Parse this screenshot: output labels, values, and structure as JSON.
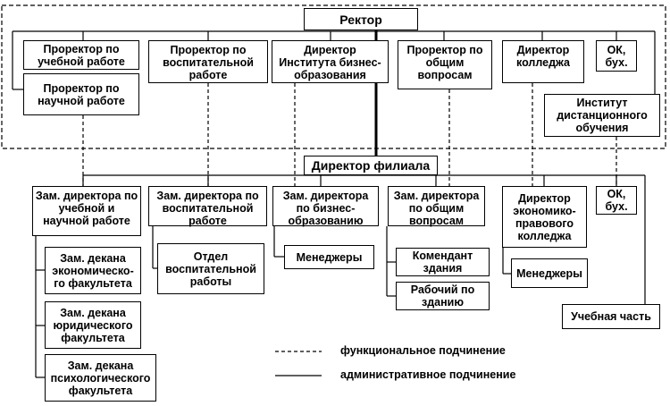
{
  "nodes": {
    "rector": "Ректор",
    "prorector_study": "Проректор по учебной работе",
    "prorector_science": "Проректор по научной работе",
    "prorector_education": "Проректор по воспитательной работе",
    "director_business_institute": "Директор Института бизнес-образования",
    "prorector_general": "Проректор по общим вопросам",
    "director_college": "Директор колледжа",
    "ok_buh_top": "ОК, бух.",
    "distance_institute": "Институт дистанционного обучения",
    "branch_director": "Директор филиала",
    "deputy_study_science": "Зам. директора по учебной и научной работе",
    "deputy_education": "Зам. директора по воспитательной работе",
    "deputy_business": "Зам. директора по бизнес-образованию",
    "deputy_general": "Зам. директора по общим вопросам",
    "director_econ_law_college": "Директор экономико-правового колледжа",
    "ok_buh_bottom": "ОК, бух.",
    "dean_econ": "Зам. декана экономическо-го факультета",
    "dean_law": "Зам. декана юридического факультета",
    "dean_psych": "Зам. декана психологического факультета",
    "education_department": "Отдел воспитательной работы",
    "managers_business": "Менеджеры",
    "commandant": "Комендант здания",
    "worker": "Рабочий по зданию",
    "managers_college": "Менеджеры",
    "academic_unit": "Учебная часть"
  },
  "legend": {
    "functional": "функциональное подчинение",
    "administrative": "административное подчинение"
  },
  "colors": {
    "line": "#000000",
    "box_border": "#000000",
    "background": "#ffffff"
  }
}
